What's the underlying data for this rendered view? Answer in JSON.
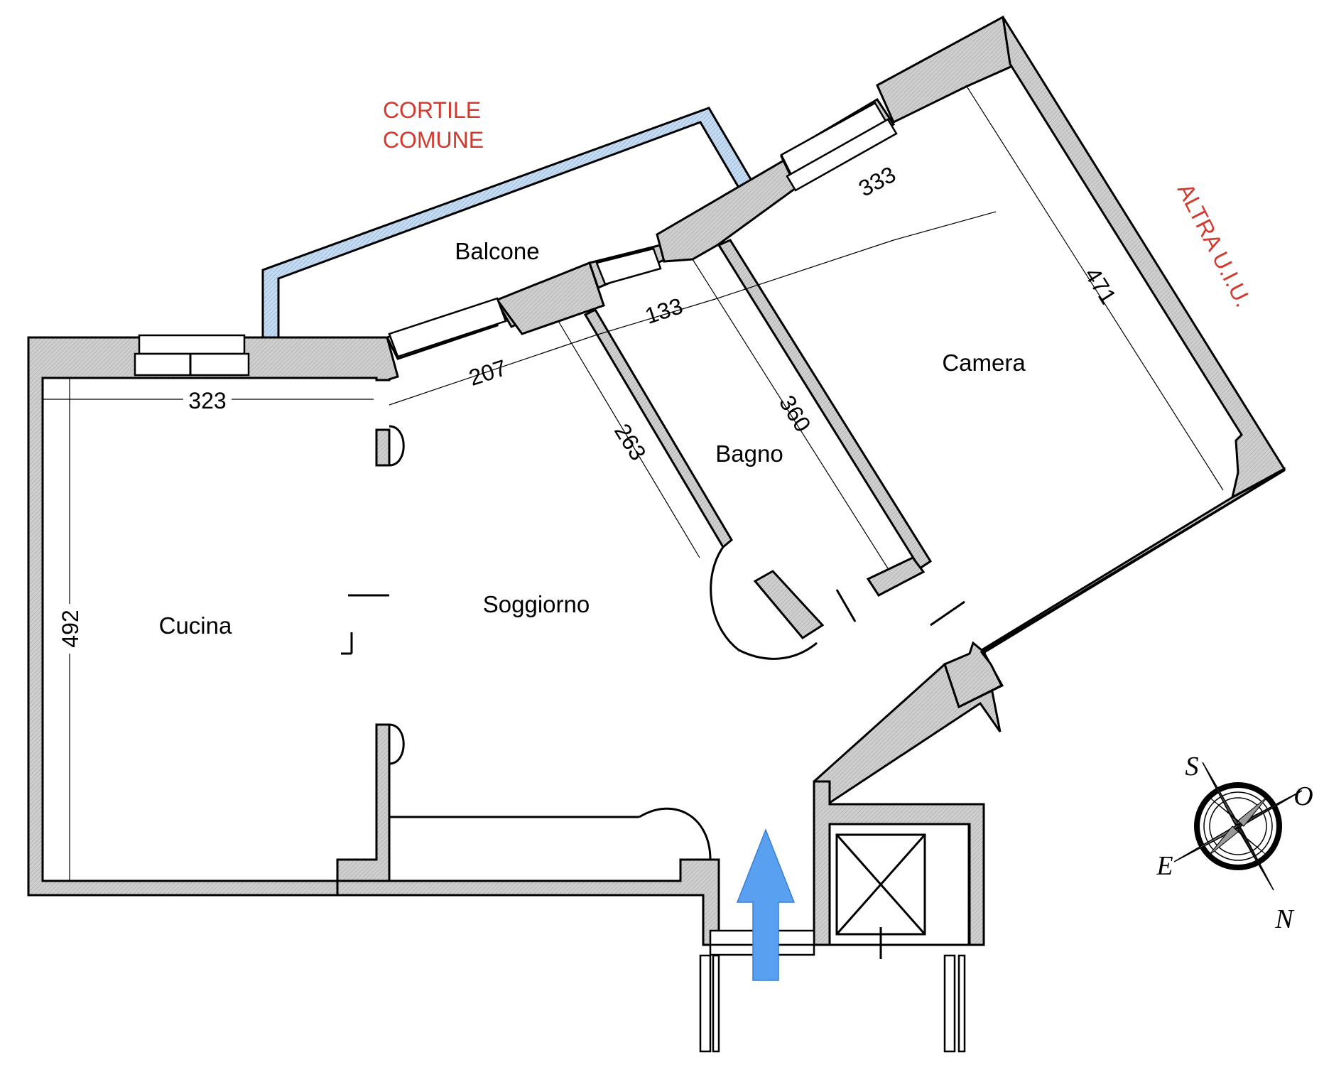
{
  "rooms": {
    "balcone": "Balcone",
    "camera": "Camera",
    "bagno": "Bagno",
    "soggiorno": "Soggiorno",
    "cucina": "Cucina"
  },
  "notes": {
    "cortile_line1": "CORTILE",
    "cortile_line2": "COMUNE",
    "altra_uiu": "ALTRA U.I.U.",
    "note_color": "#d23a30"
  },
  "dimensions": {
    "d323": "323",
    "d207": "207",
    "d133": "133",
    "d333": "333",
    "d471": "471",
    "d360": "360",
    "d263": "263",
    "d492": "492"
  },
  "compass": {
    "s": "S",
    "o": "O",
    "e": "E",
    "n": "N"
  },
  "colors": {
    "wall_fill": "#c8c8c8",
    "balcony_railing": "#c6dcf3",
    "entrance_arrow": "#5aa0f0"
  }
}
